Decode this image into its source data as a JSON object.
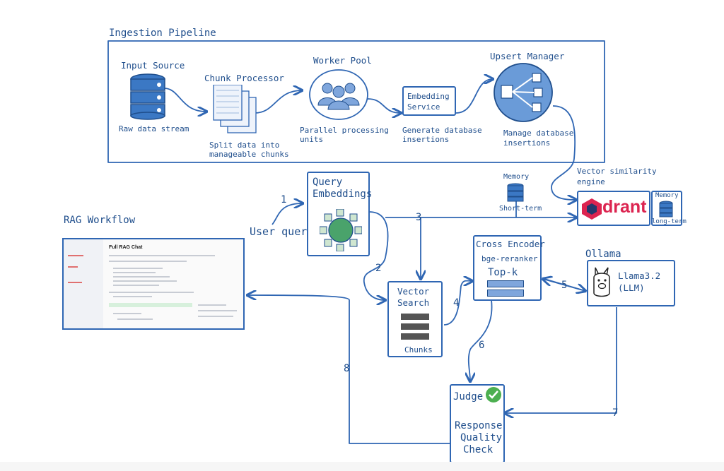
{
  "ingestion": {
    "title": "Ingestion Pipeline",
    "input_source": {
      "title": "Input Source",
      "caption": "Raw data stream"
    },
    "chunk_processor": {
      "title": "Chunk Processor",
      "caption_1": "Split data into",
      "caption_2": "manageable chunks"
    },
    "worker_pool": {
      "title": "Worker Pool",
      "caption_1": "Parallel processing",
      "caption_2": "units"
    },
    "embedding_service": {
      "line_1": "Embedding",
      "line_2": "Service",
      "caption_1": "Generate database",
      "caption_2": "insertions"
    },
    "upsert_manager": {
      "title": "Upsert Manager",
      "caption_1": "Manage database",
      "caption_2": "insertions"
    }
  },
  "vector_engine": {
    "title_1": "Vector similarity",
    "title_2": "engine",
    "logo_text": "drant",
    "memory_label": "Memory",
    "memory_caption": "long-term"
  },
  "short_memory": {
    "label": "Memory",
    "caption": "Short-term"
  },
  "rag": {
    "title": "RAG Workflow",
    "user_query": "User query",
    "query_embeddings_1": "Query",
    "query_embeddings_2": "Embeddings",
    "vector_search_1": "Vector",
    "vector_search_2": "Search",
    "chunks": "Chunks",
    "cross_encoder": "Cross Encoder",
    "reranker": "bge-reranker",
    "topk": "Top-k",
    "ollama": "Ollama",
    "llm_1": "Llama3.2",
    "llm_2": "(LLM)",
    "judge": "Judge",
    "judge_1": "Response",
    "judge_2": "Quality",
    "judge_3": "Check"
  },
  "mini_screenshot": {
    "title": "Full RAG Chat"
  },
  "steps": [
    "1",
    "2",
    "3",
    "4",
    "5",
    "6",
    "7",
    "8"
  ],
  "colors": {
    "ink": "#1f4e8c",
    "line": "#2f66b3",
    "fill": "#6a9bd8",
    "green": "#4caf50"
  }
}
